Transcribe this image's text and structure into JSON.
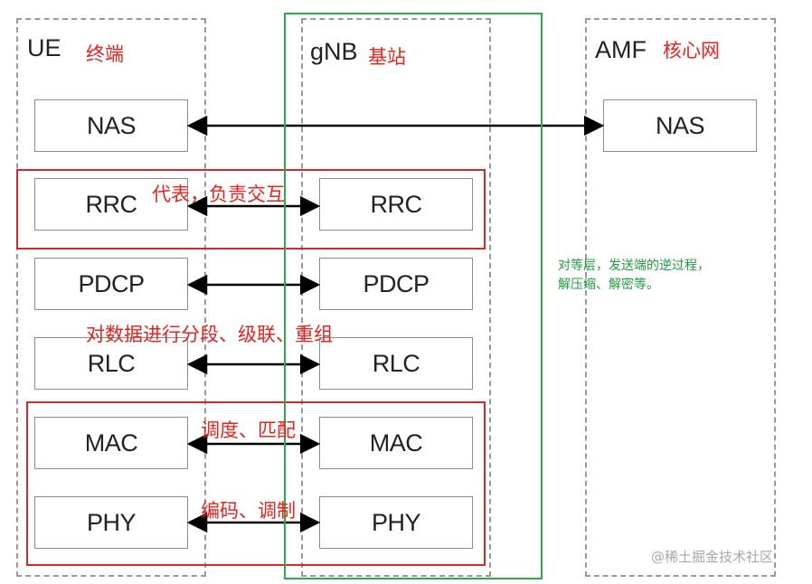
{
  "columns": {
    "ue": {
      "title": "UE",
      "note": "终端"
    },
    "gnb": {
      "title": "gNB",
      "note": "基站"
    },
    "amf": {
      "title": "AMF",
      "note": "核心网"
    }
  },
  "layers": {
    "nas": "NAS",
    "rrc": "RRC",
    "pdcp": "PDCP",
    "rlc": "RLC",
    "mac": "MAC",
    "phy": "PHY"
  },
  "annotations": {
    "rrc": "代表，负责交互",
    "rlc": "对数据进行分段、级联、重组",
    "mac": "调度、匹配",
    "phy": "编码、调制",
    "peer_line1": "对等层，发送端的逆过程，",
    "peer_line2": "解压缩、解密等。"
  },
  "watermark": "@稀土掘金技术社区",
  "colors": {
    "annotation_red": "#e8221e",
    "highlight_green": "#2faa4b",
    "dashed_border": "#9a9a9a"
  }
}
